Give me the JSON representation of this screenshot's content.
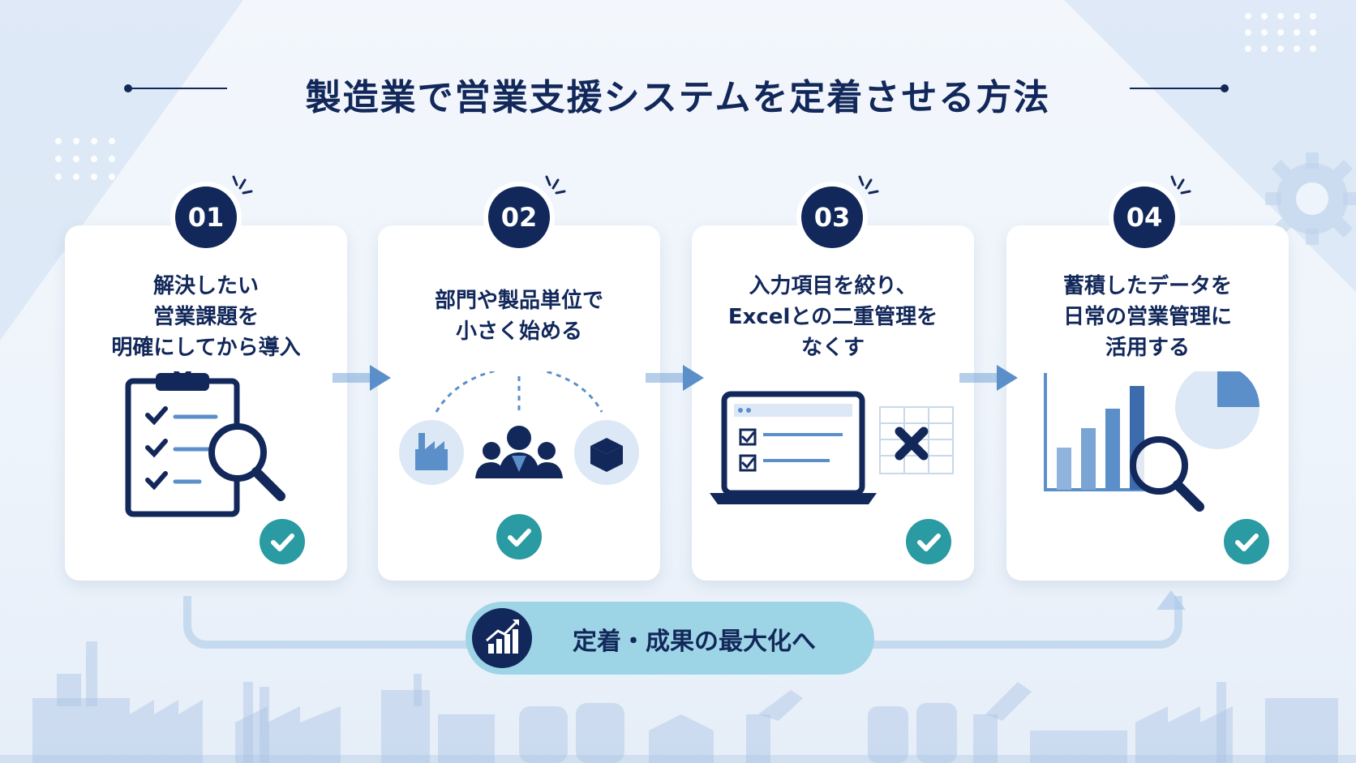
{
  "title": "製造業で営業支援システムを定着させる方法",
  "steps": [
    {
      "number": "01",
      "lines": [
        "解決したい",
        "営業課題を",
        "明確にしてから導入"
      ],
      "icon": "clipboard-magnifier-icon"
    },
    {
      "number": "02",
      "lines": [
        "部門や製品単位で",
        "小さく始める"
      ],
      "icon": "team-factory-box-icon"
    },
    {
      "number": "03",
      "lines": [
        "入力項目を絞り、",
        "Excelとの二重管理を",
        "なくす"
      ],
      "icon": "laptop-spreadsheet-cross-icon"
    },
    {
      "number": "04",
      "lines": [
        "蓄積したデータを",
        "日常の営業管理に",
        "活用する"
      ],
      "icon": "chart-magnifier-icon"
    }
  ],
  "result": {
    "label": "定着・成果の最大化へ",
    "icon": "growth-chart-icon"
  },
  "colors": {
    "navy": "#12285a",
    "teal": "#2a9aa3",
    "pill": "#9ed5e6",
    "accent_blue": "#5b8fc9"
  }
}
